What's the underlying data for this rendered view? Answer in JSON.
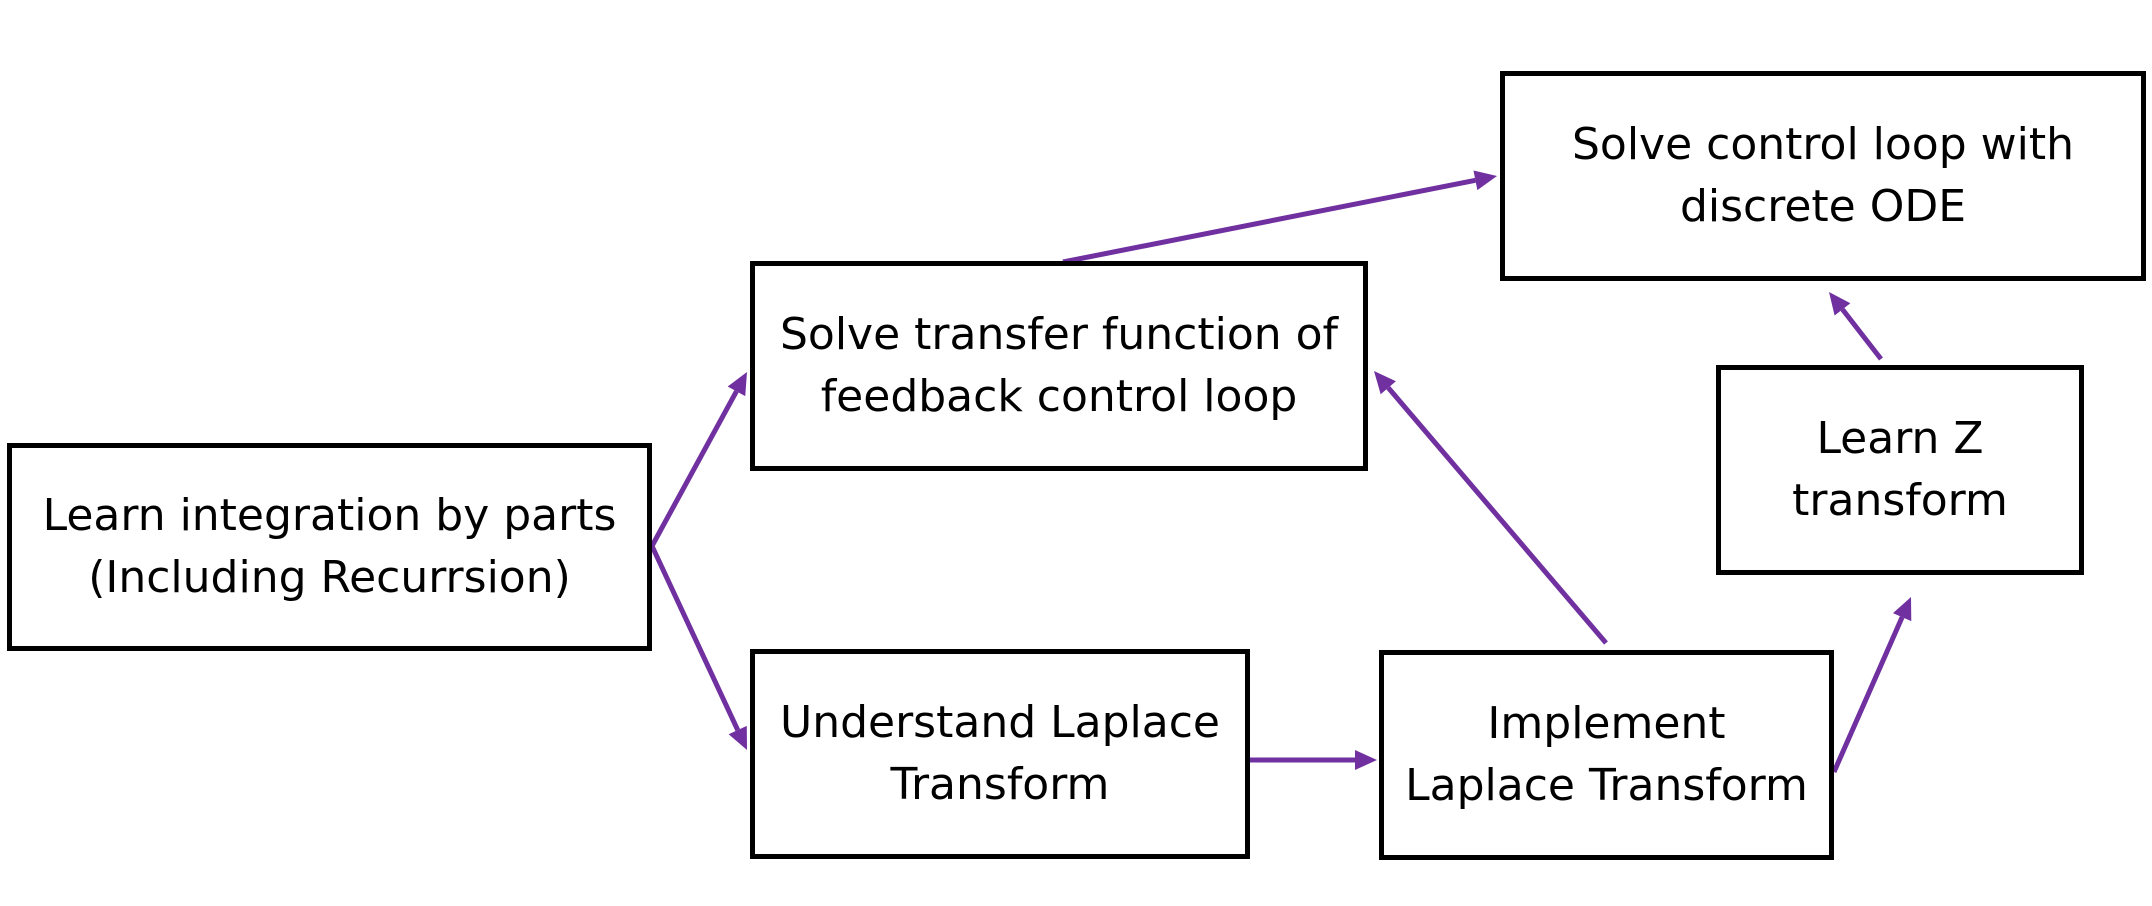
{
  "diagram": {
    "arrow_color": "#7030a0",
    "box_border_color": "#000000",
    "nodes": [
      {
        "id": "integration",
        "lines": [
          "Learn integration by parts",
          "(Including Recurrsion)"
        ]
      },
      {
        "id": "transfer",
        "lines": [
          "Solve transfer function of",
          "feedback control loop"
        ]
      },
      {
        "id": "understand-laplace",
        "lines": [
          "Understand Laplace",
          "Transform"
        ]
      },
      {
        "id": "implement-laplace",
        "lines": [
          "Implement",
          "Laplace Transform"
        ]
      },
      {
        "id": "z-transform",
        "lines": [
          "Learn Z",
          "transform"
        ]
      },
      {
        "id": "discrete-ode",
        "lines": [
          "Solve control loop with",
          "discrete ODE"
        ]
      }
    ],
    "edges": [
      {
        "from": "integration",
        "to": "transfer"
      },
      {
        "from": "integration",
        "to": "understand-laplace"
      },
      {
        "from": "understand-laplace",
        "to": "implement-laplace"
      },
      {
        "from": "implement-laplace",
        "to": "transfer"
      },
      {
        "from": "implement-laplace",
        "to": "z-transform"
      },
      {
        "from": "z-transform",
        "to": "discrete-ode"
      },
      {
        "from": "transfer",
        "to": "discrete-ode"
      }
    ]
  }
}
